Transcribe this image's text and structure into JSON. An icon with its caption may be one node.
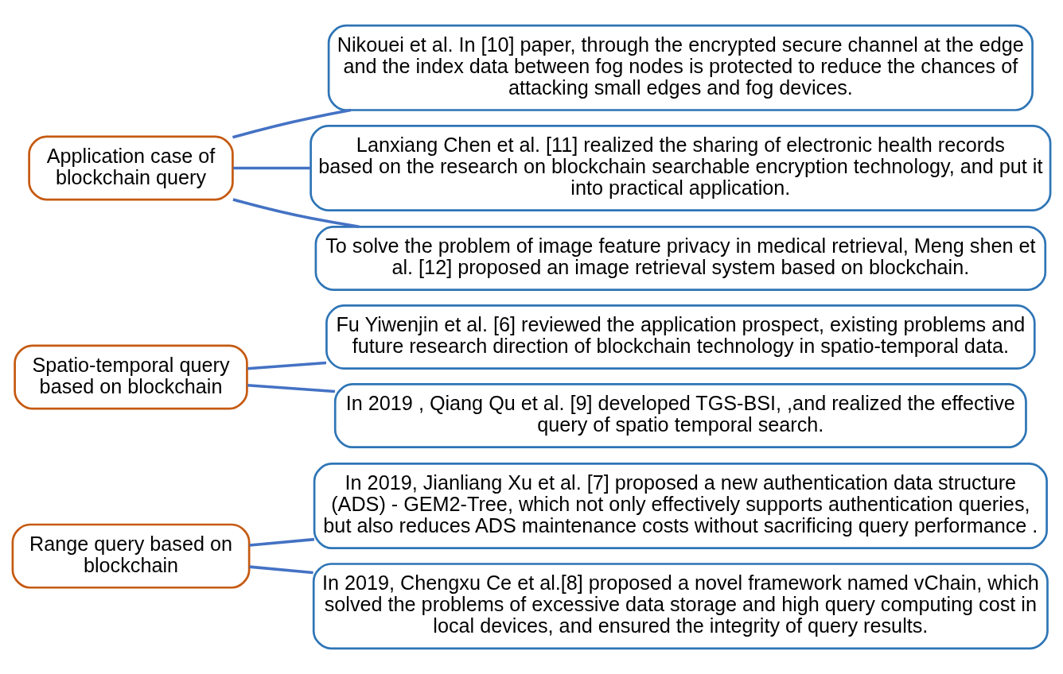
{
  "diagram": {
    "nodes": [
      {
        "text": [
          "Range query based on blockchain"
        ]
      },
      {
        "text": [
          "In 2019, Jianliang Xu et al. [7] proposed a new authentication data structure (ADS) - GEM2-Tree, which not only effectively supports authentication queries, but also reduces ADS maintenance costs without sacrificing query performance ."
        ]
      },
      {
        "text": [
          "In 2019, Chengxu Ce et al.[8] proposed a novel framework named vChain, which solved the problems of excessive data storage and high query computing cost in local devices, and ensured the integrity of query results."
        ]
      },
      {
        "text": [
          "Fu Yiwenjin et al. [6] reviewed the application prospect, existing problems and future research direction of blockchain technology in spatio-temporal data."
        ]
      },
      {
        "text": [
          "Spatio-temporal query based on blockchain"
        ]
      },
      {
        "text": [
          "In 2019 , Qiang Qu et al. [9] developed TGS-BSI, ,and realized the effective query of spatio temporal search."
        ]
      },
      {
        "text": [
          "Application case of blockchain query"
        ]
      },
      {
        "text": [
          "Nikouei et al. In [10] paper, through the encrypted secure channel at the edge and the index data between fog nodes is protected to reduce the chances of attacking small edges and fog devices."
        ]
      },
      {
        "text": [
          "Lanxiang Chen et al. [11] realized the sharing of electronic health records based on the research on blockchain searchable encryption technology, and put it into practical application."
        ]
      },
      {
        "text": [
          "To solve the problem of image feature privacy in medical retrieval, Meng shen et al. [12] proposed an image retrieval system based on blockchain."
        ]
      }
    ],
    "edges": [
      {
        "from": 0,
        "to": 1,
        "arrow": "none"
      },
      {
        "from": 0,
        "to": 2,
        "arrow": "none"
      },
      {
        "from": 4,
        "to": 3,
        "arrow": "none"
      },
      {
        "from": 4,
        "to": 5,
        "arrow": "none"
      },
      {
        "from": 6,
        "to": 7,
        "arrow": "none"
      },
      {
        "from": 6,
        "to": 8,
        "arrow": "none"
      },
      {
        "from": 6,
        "to": 9,
        "arrow": "none"
      }
    ]
  }
}
